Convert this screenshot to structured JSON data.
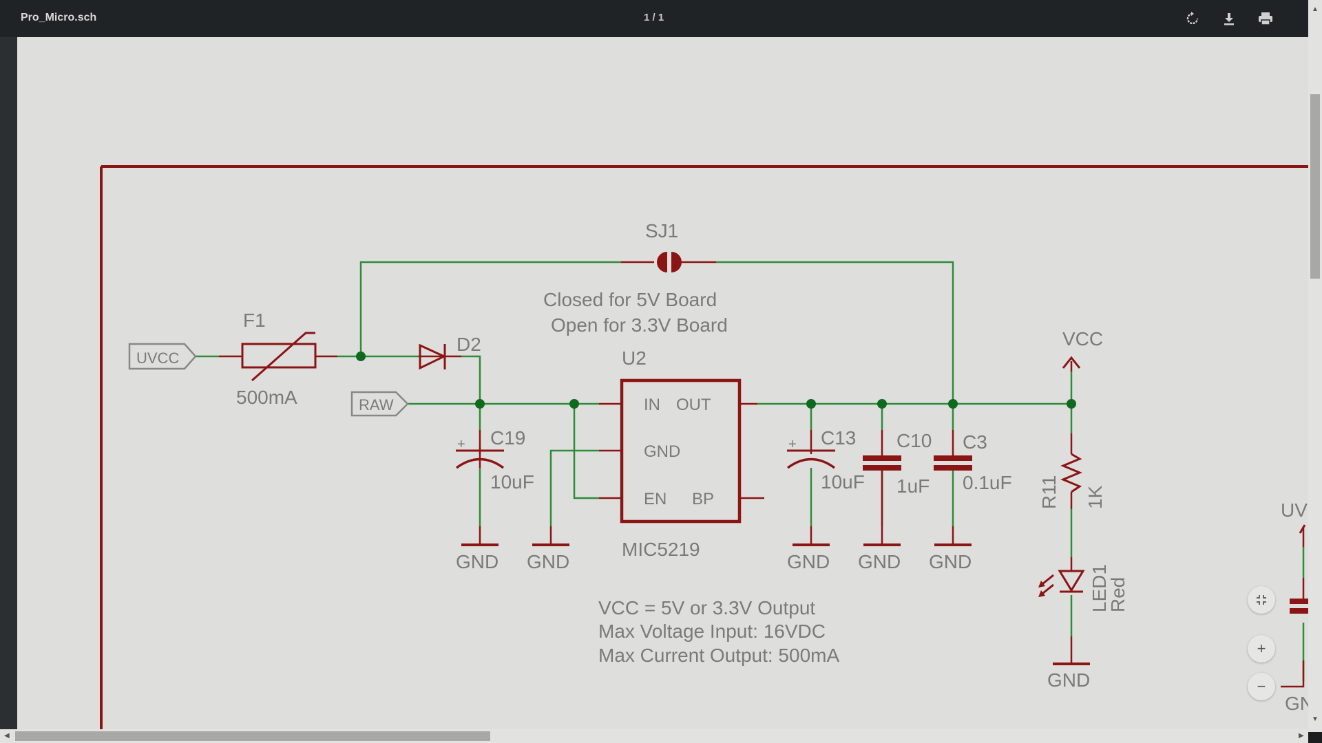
{
  "toolbar": {
    "title": "Pro_Micro.sch",
    "page_indicator": "1 / 1",
    "rotate_icon": "rotate-icon",
    "download_icon": "download-icon",
    "print_icon": "print-icon"
  },
  "zoom_controls": {
    "fit_icon": "fit-to-page-icon",
    "zoom_in_label": "+",
    "zoom_out_label": "−"
  },
  "colors": {
    "wire": "#2e8b3a",
    "part": "#8b1414",
    "junction": "#0f6a1e",
    "frame": "#8b1414",
    "label_text": "#7a7a7a",
    "canvas_bg": "#dededc",
    "toolbar_bg": "#202326"
  },
  "schematic": {
    "sj1": {
      "ref": "SJ1",
      "note_line1": "Closed for 5V Board",
      "note_line2": "Open for 3.3V Board"
    },
    "f1": {
      "ref": "F1",
      "value": "500mA"
    },
    "d2": {
      "ref": "D2"
    },
    "ports": {
      "uvcc": "UVCC",
      "raw": "RAW"
    },
    "u2": {
      "ref": "U2",
      "part": "MIC5219",
      "pin_in": "IN",
      "pin_out": "OUT",
      "pin_gnd": "GND",
      "pin_en": "EN",
      "pin_bp": "BP"
    },
    "c19": {
      "ref": "C19",
      "value": "10uF"
    },
    "c13": {
      "ref": "C13",
      "value": "10uF"
    },
    "c10": {
      "ref": "C10",
      "value": "1uF"
    },
    "c3": {
      "ref": "C3",
      "value": "0.1uF"
    },
    "r11": {
      "ref": "R11",
      "value": "1K"
    },
    "led1": {
      "ref": "LED1",
      "value": "Red"
    },
    "vcc": "VCC",
    "gnd": "GND",
    "polarity_mark": "+",
    "partial_right_label_top": "UV",
    "partial_right_label_bottom": "GN",
    "notes": [
      "VCC = 5V or 3.3V Output",
      "Max Voltage Input: 16VDC",
      "Max Current Output: 500mA"
    ]
  }
}
